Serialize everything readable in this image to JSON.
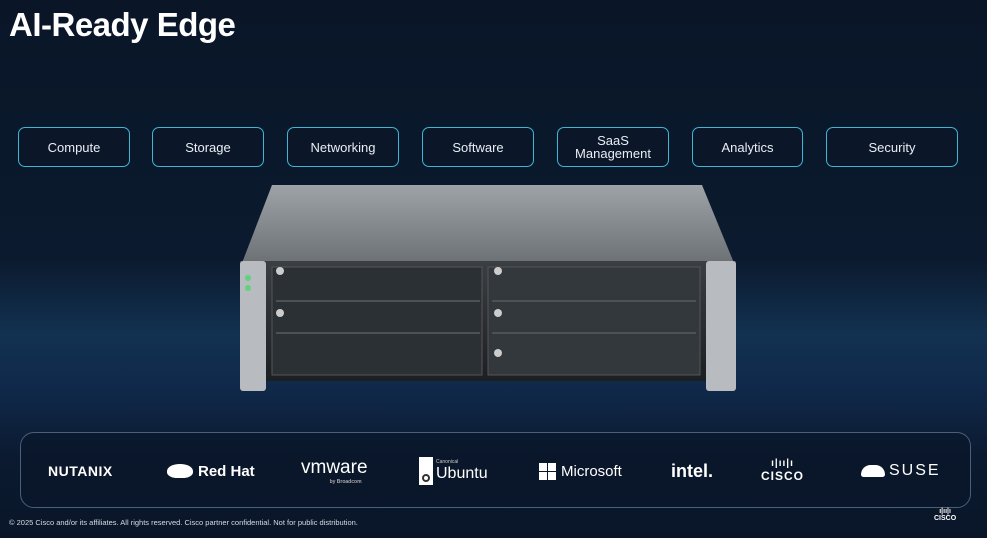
{
  "title": "AI-Ready Edge",
  "pills": [
    "Compute",
    "Storage",
    "Networking",
    "Software",
    "SaaS Management",
    "Analytics",
    "Security"
  ],
  "partners": {
    "nutanix": "NUTANIX",
    "redhat": "Red Hat",
    "vmware": "vmware",
    "vmware_sub": "by Broadcom",
    "ubuntu_sub": "Canonical",
    "ubuntu": "Ubuntu",
    "microsoft": "Microsoft",
    "intel": "intel.",
    "cisco": "CISCO",
    "suse": "SUSE"
  },
  "footer": "© 2025 Cisco and/or its affiliates. All rights reserved. Cisco partner confidential. Not for public distribution.",
  "corner_logo": "CISCO"
}
